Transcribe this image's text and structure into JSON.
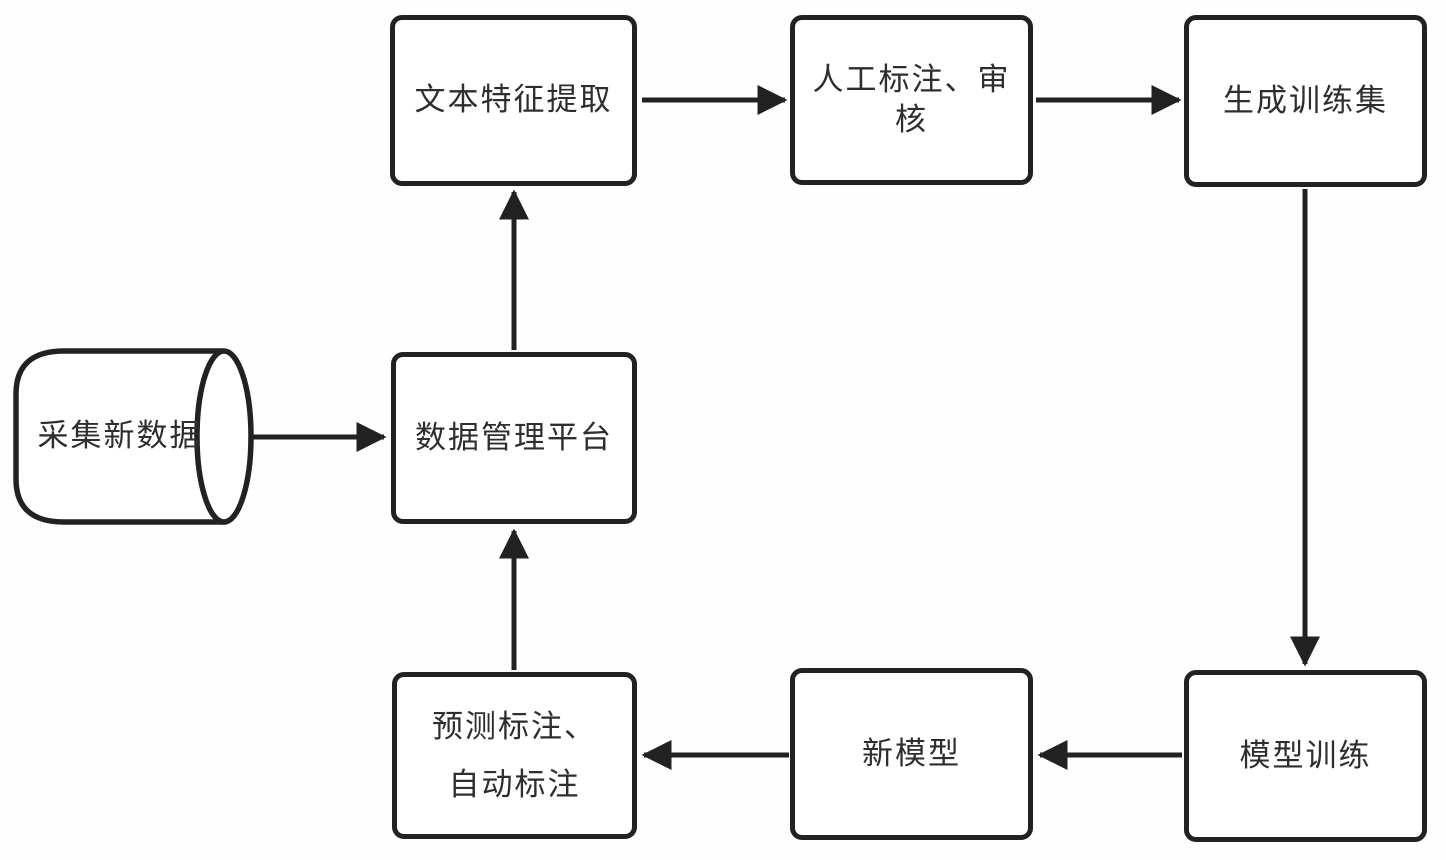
{
  "diagram": {
    "type": "flowchart",
    "nodes": {
      "collect_new_data": {
        "label": "采集新数据",
        "shape": "cylinder"
      },
      "data_platform": {
        "label": "数据管理平台",
        "shape": "rect"
      },
      "text_feature_extraction": {
        "label": "文本特征提取",
        "shape": "rect"
      },
      "manual_annotation_review": {
        "label": "人工标注、审\n核",
        "shape": "rect"
      },
      "generate_training_set": {
        "label": "生成训练集",
        "shape": "rect"
      },
      "model_training": {
        "label": "模型训练",
        "shape": "rect"
      },
      "new_model": {
        "label": "新模型",
        "shape": "rect"
      },
      "predict_auto_annotation": {
        "label": "预测标注、\n自动标注",
        "shape": "rect"
      }
    },
    "edges": [
      {
        "from": "collect_new_data",
        "to": "data_platform"
      },
      {
        "from": "data_platform",
        "to": "text_feature_extraction"
      },
      {
        "from": "text_feature_extraction",
        "to": "manual_annotation_review"
      },
      {
        "from": "manual_annotation_review",
        "to": "generate_training_set"
      },
      {
        "from": "generate_training_set",
        "to": "model_training"
      },
      {
        "from": "model_training",
        "to": "new_model"
      },
      {
        "from": "new_model",
        "to": "predict_auto_annotation"
      },
      {
        "from": "predict_auto_annotation",
        "to": "data_platform"
      }
    ],
    "colors": {
      "stroke": "#222222",
      "node_fill": "#ffffff",
      "background": "#fefefe",
      "text": "#2e2e2e"
    }
  }
}
